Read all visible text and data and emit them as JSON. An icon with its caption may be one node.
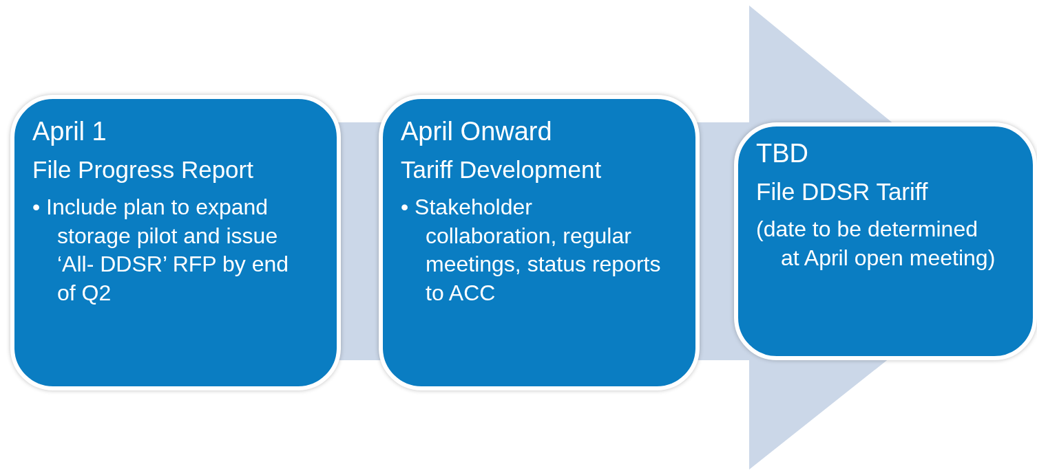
{
  "diagram": {
    "nodes": [
      {
        "text": [
          "April 1",
          "File Progress Report",
          "• Include plan to expand storage pilot and issue ‘All- DDSR’ RFP by end of Q2"
        ]
      },
      {
        "text": [
          "April Onward",
          "Tariff Development",
          "• Stakeholder collaboration, regular meetings, status reports to ACC"
        ]
      },
      {
        "text": [
          "TBD",
          "File DDSR Tariff",
          "(date to be determined at April open meeting)"
        ]
      }
    ],
    "edges": [
      {
        "from": 0,
        "to": 2,
        "arrow": "to"
      }
    ]
  }
}
